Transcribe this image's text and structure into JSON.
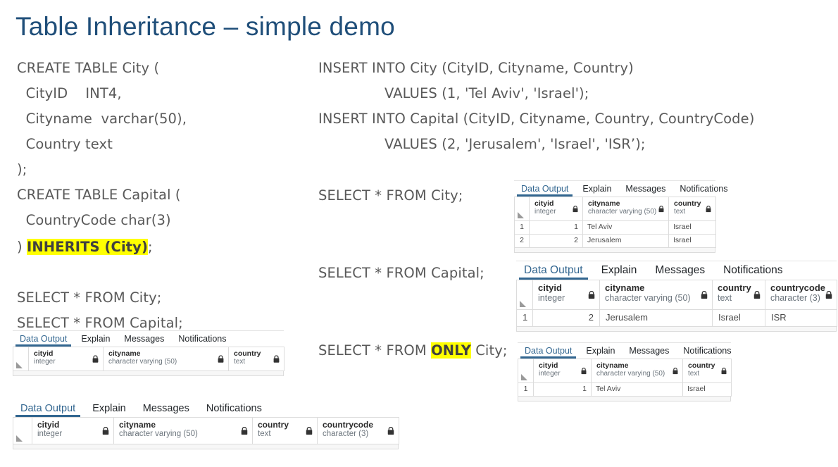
{
  "slide": {
    "title": "Table Inheritance – simple demo",
    "title_color": "#1F4E79",
    "highlight_color": "#FFFF00",
    "accent_color": "#326690"
  },
  "left_code": {
    "lines": [
      "CREATE TABLE City (",
      "  CityID    INT4,",
      "  Cityname  varchar(50),",
      "  Country text",
      ");",
      "CREATE TABLE Capital (",
      "  CountryCode char(3)"
    ],
    "inherits_line": {
      "prefix": ") ",
      "highlighted": "INHERITS (City)",
      "suffix": ";"
    },
    "select_city": "SELECT * FROM City;",
    "select_capital": "SELECT * FROM Capital;"
  },
  "right_code": {
    "insert_city_1": "INSERT INTO City (CityID, Cityname, Country)",
    "insert_city_2": "VALUES (1, 'Tel Aviv', 'Israel');",
    "insert_capital_1": "INSERT INTO Capital (CityID, Cityname, Country, CountryCode)",
    "insert_capital_2": "VALUES (2, 'Jerusalem', 'Israel', 'ISR’);",
    "select_city": "SELECT * FROM City;",
    "select_capital": "SELECT * FROM Capital;",
    "select_only": {
      "prefix": "SELECT * FROM ",
      "highlighted": "ONLY",
      "suffix": " City;"
    }
  },
  "tabs": {
    "data_output": "Data Output",
    "explain": "Explain",
    "messages": "Messages",
    "notifications": "Notifications"
  },
  "columns": {
    "cityid": {
      "name": "cityid",
      "type": "integer"
    },
    "cityname": {
      "name": "cityname",
      "type": "character varying (50)"
    },
    "country": {
      "name": "country",
      "type": "text"
    },
    "countrycode": {
      "name": "countrycode",
      "type": "character (3)"
    }
  },
  "grids": {
    "left_city": {
      "headers": [
        {
          "name": "cityid",
          "type": "integer"
        },
        {
          "name": "cityname",
          "type": "character varying (50)"
        },
        {
          "name": "country",
          "type": "text"
        }
      ],
      "rows": []
    },
    "left_capital": {
      "headers": [
        {
          "name": "cityid",
          "type": "integer"
        },
        {
          "name": "cityname",
          "type": "character varying (50)"
        },
        {
          "name": "country",
          "type": "text"
        },
        {
          "name": "countrycode",
          "type": "character (3)"
        }
      ],
      "rows": []
    },
    "right_city": {
      "headers": [
        {
          "name": "cityid",
          "type": "integer"
        },
        {
          "name": "cityname",
          "type": "character varying (50)"
        },
        {
          "name": "country",
          "type": "text"
        }
      ],
      "rows": [
        {
          "rownum": "1",
          "cityid": "1",
          "cityname": "Tel Aviv",
          "country": "Israel"
        },
        {
          "rownum": "2",
          "cityid": "2",
          "cityname": "Jerusalem",
          "country": "Israel"
        }
      ]
    },
    "right_capital": {
      "headers": [
        {
          "name": "cityid",
          "type": "integer"
        },
        {
          "name": "cityname",
          "type": "character varying (50)"
        },
        {
          "name": "country",
          "type": "text"
        },
        {
          "name": "countrycode",
          "type": "character (3)"
        }
      ],
      "rows": [
        {
          "rownum": "1",
          "cityid": "2",
          "cityname": "Jerusalem",
          "country": "Israel",
          "countrycode": "ISR"
        }
      ]
    },
    "right_only_city": {
      "headers": [
        {
          "name": "cityid",
          "type": "integer"
        },
        {
          "name": "cityname",
          "type": "character varying (50)"
        },
        {
          "name": "country",
          "type": "text"
        }
      ],
      "rows": [
        {
          "rownum": "1",
          "cityid": "1",
          "cityname": "Tel Aviv",
          "country": "Israel"
        }
      ]
    }
  }
}
